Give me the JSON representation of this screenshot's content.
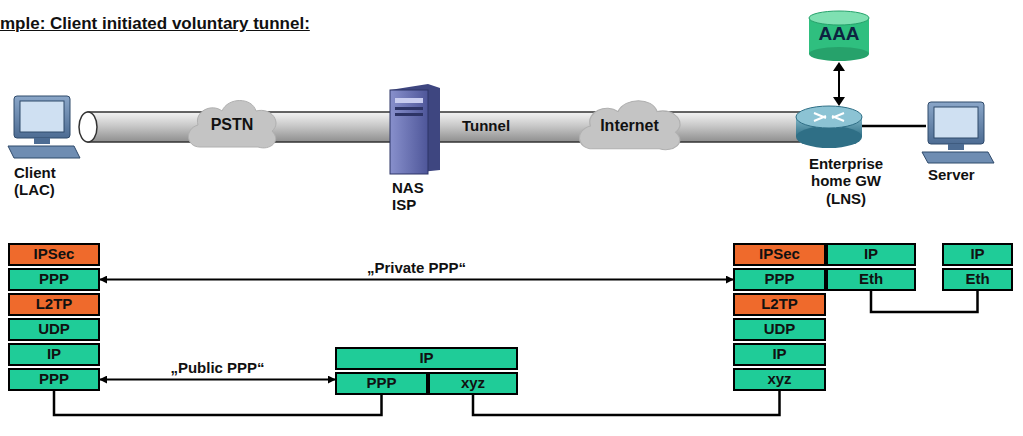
{
  "diagram": {
    "title": "mple: Client initiated voluntary tunnel:",
    "nodes": [
      {
        "text": [
          "PSTN"
        ]
      },
      {
        "text": [
          "Internet"
        ]
      },
      {
        "text": [
          "AAA"
        ]
      },
      {
        "text": [
          "IPSec"
        ]
      },
      {
        "text": [
          "PPP"
        ]
      },
      {
        "text": [
          "L2TP"
        ]
      },
      {
        "text": [
          "UDP"
        ]
      },
      {
        "text": [
          "IP"
        ]
      },
      {
        "text": [
          "PPP"
        ]
      },
      {
        "text": [
          "IP"
        ]
      },
      {
        "text": [
          "PPP"
        ]
      },
      {
        "text": [
          "xyz"
        ]
      },
      {
        "text": [
          "IPSec"
        ]
      },
      {
        "text": [
          "IP"
        ]
      },
      {
        "text": [
          "PPP"
        ]
      },
      {
        "text": [
          "Eth"
        ]
      },
      {
        "text": [
          "L2TP"
        ]
      },
      {
        "text": [
          "UDP"
        ]
      },
      {
        "text": [
          "IP"
        ]
      },
      {
        "text": [
          "xyz"
        ]
      },
      {
        "text": [
          "IP"
        ]
      },
      {
        "text": [
          "Eth"
        ]
      }
    ],
    "edges": [
      {
        "from": 4,
        "to": 14,
        "arrow": "both",
        "label": "„Private PPP“"
      },
      {
        "from": 8,
        "to": 10,
        "arrow": "both",
        "label": "„Public PPP“"
      },
      {
        "from": 8,
        "to": 10,
        "arrow": "none"
      },
      {
        "from": 11,
        "to": 19,
        "arrow": "none"
      },
      {
        "from": 15,
        "to": 21,
        "arrow": "none"
      }
    ],
    "labels": [
      "Client (LAC)",
      "NAS ISP",
      "Tunnel",
      "Enterprise home GW (LNS)",
      "Server"
    ]
  }
}
